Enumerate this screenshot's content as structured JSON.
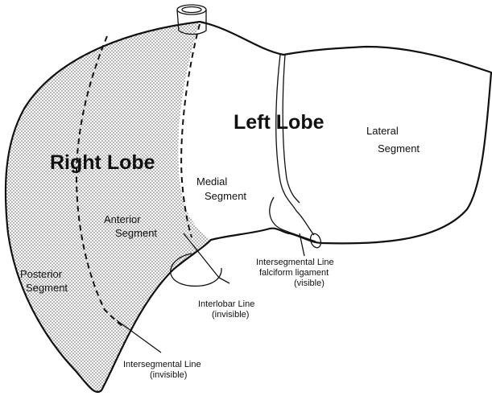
{
  "labels": {
    "left_lobe": "Left Lobe",
    "right_lobe": "Right Lobe",
    "lateral_1": "Lateral",
    "lateral_2": "Segment",
    "medial_1": "Medial",
    "medial_2": "Segment",
    "anterior_1": "Anterior",
    "anterior_2": "Segment",
    "posterior_1": "Posterior",
    "posterior_2": "Segment",
    "falciform_1": "Intersegmental Line",
    "falciform_2": "falciform ligament",
    "falciform_3": "(visible)",
    "interlobar_1": "Interlobar Line",
    "interlobar_2": "(invisible)",
    "interseg_1": "Intersegmental Line",
    "interseg_2": "(invisible)"
  },
  "colors": {
    "ink": "#111111",
    "stipple": "#555555",
    "background": "#ffffff"
  }
}
